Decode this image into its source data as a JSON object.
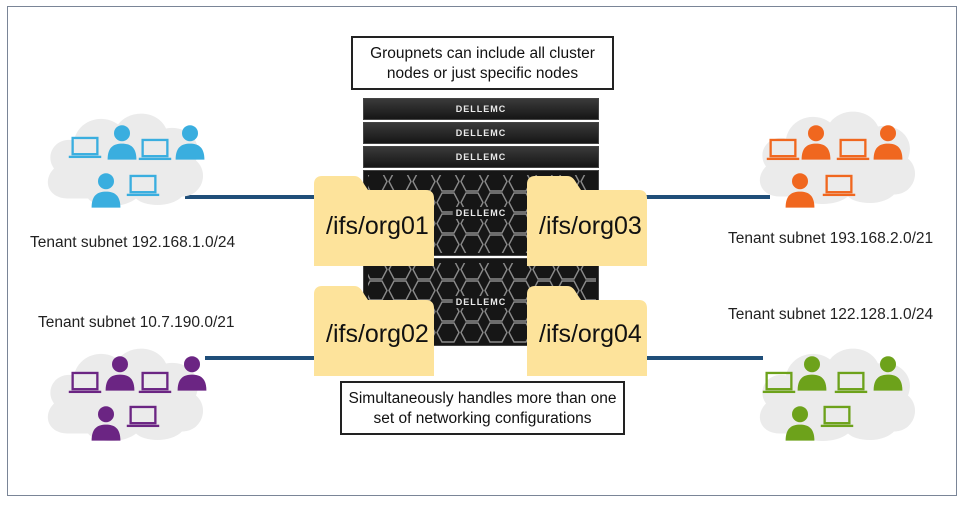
{
  "callouts": {
    "top": [
      "Groupnets can include all cluster",
      "nodes or just specific nodes"
    ],
    "bottom": [
      "Simultaneously handles more than one",
      "set of networking configurations"
    ]
  },
  "server_brand": "DELLEMC",
  "folders": [
    "/ifs/org01",
    "/ifs/org02",
    "/ifs/org03",
    "/ifs/org04"
  ],
  "tenants": [
    {
      "label": "Tenant subnet 192.168.1.0/24",
      "color": "#3aaedf"
    },
    {
      "label": "Tenant subnet 10.7.190.0/21",
      "color": "#6b2583"
    },
    {
      "label": "Tenant subnet 193.168.2.0/21",
      "color": "#f0671f"
    },
    {
      "label": "Tenant subnet 122.128.1.0/24",
      "color": "#6da21b"
    }
  ],
  "colors": {
    "link": "#1f4e79",
    "folder": "#fde39b",
    "cloud": "#ebebeb"
  }
}
